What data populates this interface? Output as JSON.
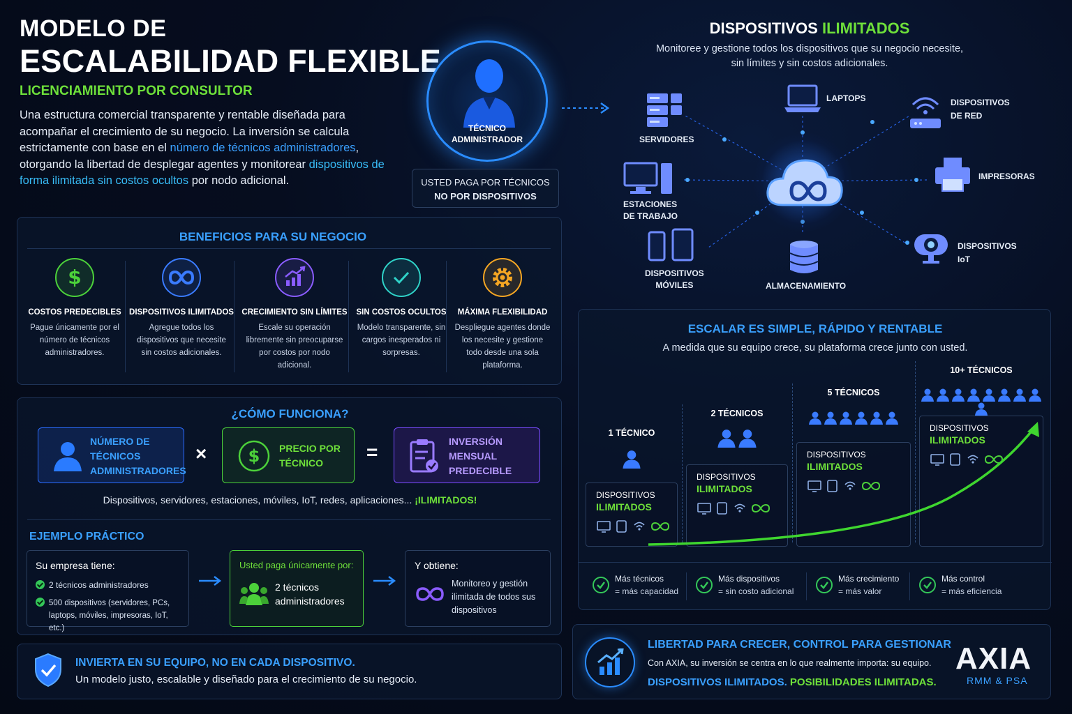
{
  "header": {
    "title_line1": "MODELO DE",
    "title_line2": "ESCALABILIDAD FLEXIBLE",
    "subtitle": "LICENCIAMIENTO POR CONSULTOR",
    "intro_p1": "Una estructura comercial transparente y rentable diseñada para acompañar el crecimiento de su negocio. La inversión se calcula estrictamente con base en el ",
    "intro_h1": "número de técnicos administradores",
    "intro_p2": ", otorgando la libertad de desplegar agentes y monitorear ",
    "intro_h2": "dispositivos de forma ilimitada sin costos ocultos",
    "intro_p3": " por nodo adicional."
  },
  "technician": {
    "label_line1": "TÉCNICO",
    "label_line2": "ADMINISTRADOR",
    "pay_line1": "USTED PAGA POR TÉCNICOS",
    "pay_line2": "NO POR DISPOSITIVOS"
  },
  "devices": {
    "title_a": "DISPOSITIVOS ",
    "title_b": "ILIMITADOS",
    "desc_line1": "Monitoree y gestione todos los dispositivos que su negocio necesite,",
    "desc_line2": "sin límites y sin costos adicionales.",
    "nodes": {
      "servers": "SERVIDORES",
      "laptops": "LAPTOPS",
      "network_1": "DISPOSITIVOS",
      "network_2": "DE RED",
      "workstations_1": "ESTACIONES",
      "workstations_2": "DE TRABAJO",
      "printers": "IMPRESORAS",
      "mobile_1": "DISPOSITIVOS",
      "mobile_2": "MÓVILES",
      "storage": "ALMACENAMIENTO",
      "iot_1": "DISPOSITIVOS",
      "iot_2": "IoT"
    }
  },
  "benefits": {
    "title": "BENEFICIOS PARA SU NEGOCIO",
    "items": [
      {
        "title": "COSTOS PREDECIBLES",
        "text": "Pague únicamente por el número de técnicos administradores.",
        "icon": "dollar-icon",
        "color": "#4cd13a"
      },
      {
        "title": "DISPOSITIVOS ILIMITADOS",
        "text": "Agregue todos los dispositivos que necesite sin costos adicionales.",
        "icon": "infinity-icon",
        "color": "#3a7bff"
      },
      {
        "title": "CRECIMIENTO SIN LÍMITES",
        "text": "Escale su operación libremente sin preocuparse por costos por nodo adicional.",
        "icon": "growth-chart-icon",
        "color": "#8a5cff"
      },
      {
        "title": "SIN COSTOS OCULTOS",
        "text": "Modelo transparente, sin cargos inesperados ni sorpresas.",
        "icon": "check-icon",
        "color": "#2fd3c8"
      },
      {
        "title": "MÁXIMA FLEXIBILIDAD",
        "text": "Despliegue agentes donde los necesite y gestione todo desde una sola plataforma.",
        "icon": "gear-icon",
        "color": "#f5a623"
      }
    ]
  },
  "how": {
    "title": "¿CÓMO FUNCIONA?",
    "box1": "NÚMERO DE TÉCNICOS ADMINISTRADORES",
    "times": "×",
    "box2": "PRECIO POR TÉCNICO",
    "equals": "=",
    "box3": "INVERSIÓN MENSUAL PREDECIBLE",
    "unlimited_text": "Dispositivos, servidores, estaciones, móviles, IoT, redes, aplicaciones... ",
    "unlimited_hl": "¡ILIMITADOS!",
    "example_title": "EJEMPLO PRÁCTICO",
    "company_title": "Su empresa tiene:",
    "company_item1": "2 técnicos administradores",
    "company_item2": "500 dispositivos (servidores, PCs, laptops, móviles, impresoras, IoT, etc.)",
    "pay_title": "Usted paga únicamente por:",
    "pay_value": "2 técnicos administradores",
    "obtain_title": "Y obtiene:",
    "obtain_value": "Monitoreo y gestión ilimitada de todos sus dispositivos"
  },
  "invest": {
    "title": "INVIERTA EN SU EQUIPO, NO EN CADA DISPOSITIVO.",
    "text": "Un modelo justo, escalable y diseñado para el crecimiento de su negocio."
  },
  "scale": {
    "title": "ESCALAR ES SIMPLE, RÁPIDO Y RENTABLE",
    "subtitle": "A medida que su equipo crece, su plataforma crece junto con usted.",
    "tiers": [
      {
        "label": "1 TÉCNICO",
        "people": 1
      },
      {
        "label": "2 TÉCNICOS",
        "people": 2
      },
      {
        "label": "5 TÉCNICOS",
        "people": 6
      },
      {
        "label": "10+ TÉCNICOS",
        "people": 9
      }
    ],
    "dev_line1": "DISPOSITIVOS",
    "dev_line2": "ILIMITADOS",
    "benefits": [
      {
        "a": "Más técnicos",
        "b": "= más capacidad"
      },
      {
        "a": "Más dispositivos",
        "b": "= sin costo adicional"
      },
      {
        "a": "Más crecimiento",
        "b": "= más valor"
      },
      {
        "a": "Más control",
        "b": "= más eficiencia"
      }
    ]
  },
  "footer": {
    "title": "LIBERTAD PARA CRECER, CONTROL PARA GESTIONAR",
    "text": "Con AXIA, su inversión se centra en lo que realmente importa: su equipo.",
    "tag_a": "DISPOSITIVOS ILIMITADOS.",
    "tag_b": "POSIBILIDADES ILIMITADAS.",
    "brand": "AXIA",
    "brand_sub": "RMM & PSA"
  }
}
